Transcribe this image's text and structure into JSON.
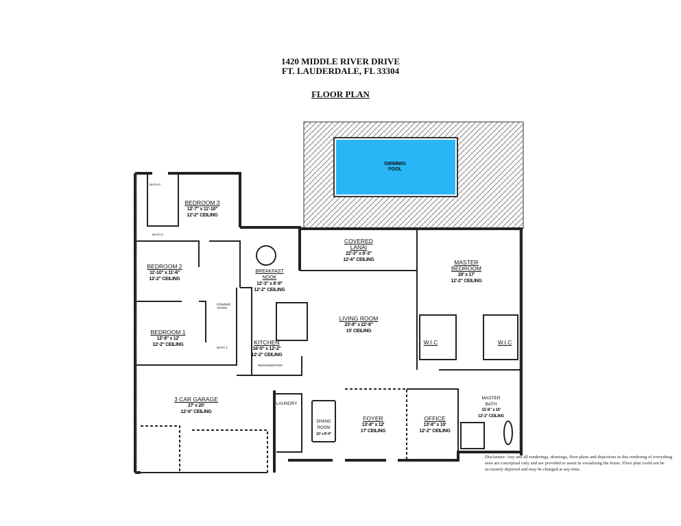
{
  "header": {
    "address_line1": "1420 MIDDLE RIVER DRIVE",
    "address_line2": "FT. LAUDERDALE, FL 33304",
    "plan_title": "FLOOR PLAN"
  },
  "pool": {
    "label_line1": "SWIMMIG",
    "label_line2": "POOL",
    "water_color": "#29b6f6"
  },
  "rooms": {
    "bedroom3": {
      "name": "BEDROOM 3",
      "dims": "12'-7\" x 11'-10\"",
      "ceiling": "12'-2\" CEILING"
    },
    "bedroom2": {
      "name": "BEDROOM 2",
      "dims": "11'-10\" x 11'-6\"",
      "ceiling": "12'-2\" CEILING"
    },
    "bedroom1": {
      "name": "BEDROOM 1",
      "dims": "12'-9\" x 12'",
      "ceiling": "12'-2\" CEILING"
    },
    "breakfast_nook": {
      "name": "BREAKFAST NOOK",
      "dims": "12'-3\" x 8'-9\"",
      "ceiling": "12'-2\" CEILING"
    },
    "kitchen": {
      "name": "KITCHEN",
      "dims": "16'-5\" x 12'-2\"",
      "ceiling": "12'-2\" CEILING"
    },
    "covered_lanai": {
      "name": "COVERED LANAI",
      "dims": "22'-3\" x 8'-3\"",
      "ceiling": "12'-6\" CEILING"
    },
    "living_room": {
      "name": "LIVING ROOM",
      "dims": "23'-8\" x 22'-8\"",
      "ceiling": "15' CEILING"
    },
    "master_bedroom": {
      "name": "MASTER BEDROOM",
      "dims": "20' x 17'",
      "ceiling": "12'-2\" CEILING"
    },
    "wic_left": {
      "name": "W.I.C"
    },
    "wic_right": {
      "name": "W.I.C"
    },
    "garage": {
      "name": "3 CAR GARAGE",
      "dims": "27' x 20'",
      "ceiling": "12'-6\" CEILING"
    },
    "laundry": {
      "name": "LAUNDRY"
    },
    "dining_room": {
      "name": "DINING ROOM",
      "dims": "10' x 8'-4\""
    },
    "foyer": {
      "name": "FOYER",
      "dims": "13'-8\" x 12'",
      "ceiling": "17' CEILING"
    },
    "office": {
      "name": "OFFICE",
      "dims": "13'-8\" x 10'",
      "ceiling": "12'-2\" CEILING"
    },
    "master_bath": {
      "name": "MASTER BATH",
      "dims": "15'-8\" x 10'",
      "ceiling": "12'-2\" CEILING"
    }
  },
  "small_labels": {
    "bath3": "BATH 3",
    "bath2": "BATH 2",
    "bath1": "BATH 1",
    "powder": "POWDER ROOM",
    "refrigerator": "REFRIGERATOR"
  },
  "disclaimer": "Disclaimer: Any and all renderings, drawings, floor plans and depictions in this rendering of everything seen are conceptual only and are provided to assist in visualizing the home. Floor plan could not be accurately depicted and may be changed at any time."
}
